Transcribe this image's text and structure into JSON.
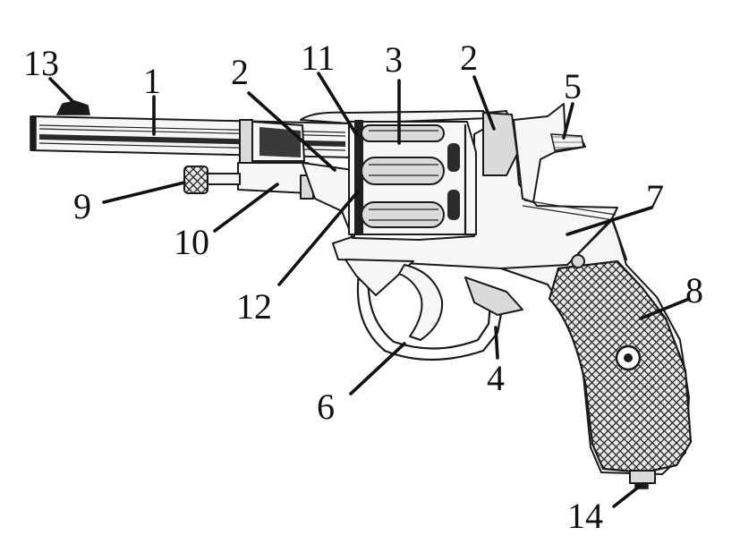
{
  "callouts": [
    {
      "id": "1",
      "label": "1"
    },
    {
      "id": "2a",
      "label": "2"
    },
    {
      "id": "2b",
      "label": "2"
    },
    {
      "id": "3",
      "label": "3"
    },
    {
      "id": "4",
      "label": "4"
    },
    {
      "id": "5",
      "label": "5"
    },
    {
      "id": "6",
      "label": "6"
    },
    {
      "id": "7",
      "label": "7"
    },
    {
      "id": "8",
      "label": "8"
    },
    {
      "id": "9",
      "label": "9"
    },
    {
      "id": "10",
      "label": "10"
    },
    {
      "id": "11",
      "label": "11"
    },
    {
      "id": "12",
      "label": "12"
    },
    {
      "id": "13",
      "label": "13"
    },
    {
      "id": "14",
      "label": "14"
    }
  ]
}
